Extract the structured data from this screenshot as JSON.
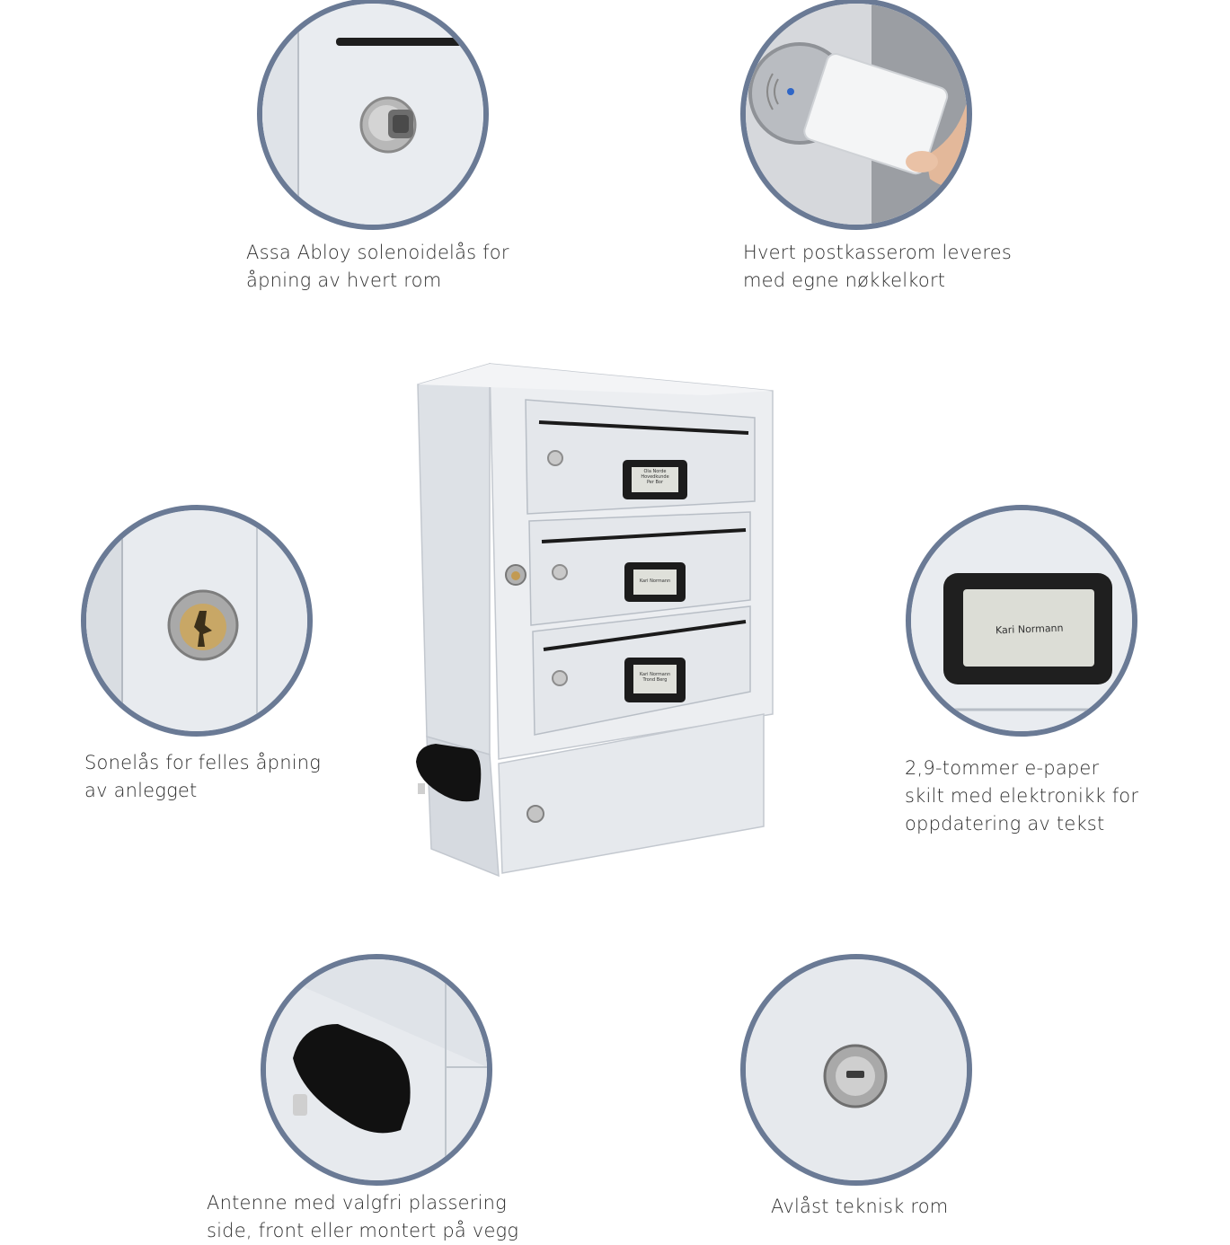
{
  "features": [
    {
      "id": "solenoid",
      "lines": [
        "Assa Abloy solenoidelås for",
        "åpning av hvert rom"
      ]
    },
    {
      "id": "keycard",
      "lines": [
        "Hvert postkasserom leveres",
        "med egne nøkkelkort"
      ]
    },
    {
      "id": "zonelock",
      "lines": [
        "Sonelås for felles åpning",
        "av anlegget"
      ]
    },
    {
      "id": "epaper",
      "lines": [
        "2,9-tommer e-paper",
        "skilt med elektronikk for",
        "oppdatering av tekst"
      ],
      "label_text": "Kari Normann"
    },
    {
      "id": "antenna",
      "lines": [
        "Antenne med valgfri plassering",
        "side, front eller montert på vegg"
      ]
    },
    {
      "id": "technical",
      "lines": [
        "Avlåst teknisk rom"
      ]
    }
  ],
  "product": {
    "compartments": [
      {
        "label_lines": [
          "Ola Norde",
          "Hovedkunde",
          "Per Bor"
        ]
      },
      {
        "label_lines": [
          "Kari Normann"
        ]
      },
      {
        "label_lines": [
          "Kari Normann",
          "Trond Berg"
        ]
      }
    ]
  },
  "colors": {
    "circle_border": "#6a7a95",
    "panel": "#e7eaee",
    "text": "#2f2f2f"
  }
}
